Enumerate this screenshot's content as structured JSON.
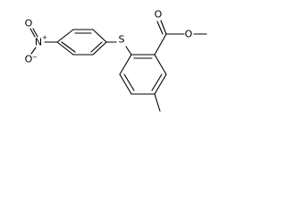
{
  "molecule": {
    "atoms": {
      "nitro_o_top": "O",
      "nitro_o_bottom": "O",
      "nitro_n": "N",
      "nitro_n_charge": "+",
      "nitro_o_charge": "−",
      "thioether_s": "S",
      "carbonyl_o": "O",
      "ester_o": "O"
    }
  }
}
